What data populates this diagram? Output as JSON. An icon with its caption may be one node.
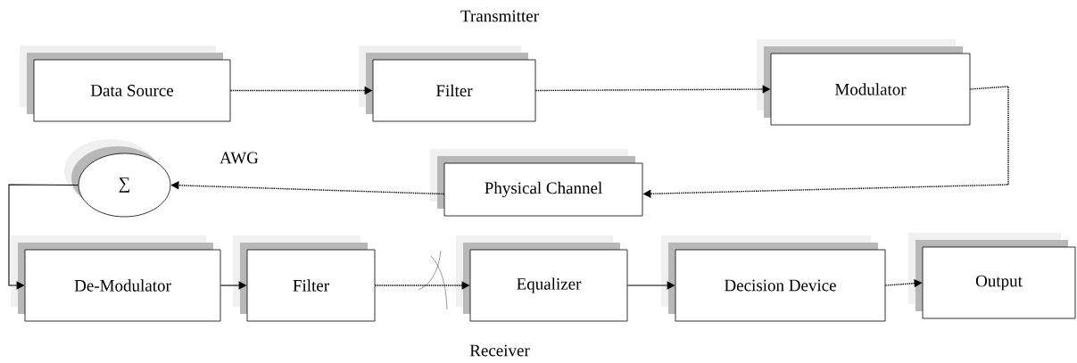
{
  "diagram": {
    "nodes": [
      {
        "text": [
          "Data Source"
        ]
      },
      {
        "text": [
          "Filter"
        ]
      },
      {
        "text": [
          "Modulator"
        ]
      },
      {
        "text": [
          "Physical Channel"
        ]
      },
      {
        "text": [
          "∑"
        ]
      },
      {
        "text": [
          "De-Modulator"
        ]
      },
      {
        "text": [
          "Filter"
        ]
      },
      {
        "text": [
          "Equalizer"
        ]
      },
      {
        "text": [
          "Decision Device"
        ]
      },
      {
        "text": [
          "Output"
        ]
      }
    ],
    "edges": [
      {
        "from": 0,
        "to": 1,
        "arrow": "to",
        "style": "dashed"
      },
      {
        "from": 1,
        "to": 2,
        "arrow": "to",
        "style": "dashed"
      },
      {
        "from": 2,
        "to": 3,
        "arrow": "to",
        "style": "dashed"
      },
      {
        "from": 3,
        "to": 4,
        "arrow": "to",
        "style": "dashed"
      },
      {
        "from": 4,
        "to": 5,
        "arrow": "to"
      },
      {
        "from": 5,
        "to": 6,
        "arrow": "to"
      },
      {
        "from": 6,
        "to": 7,
        "arrow": "to",
        "style": "dashed"
      },
      {
        "from": 7,
        "to": 8,
        "arrow": "to"
      },
      {
        "from": 8,
        "to": 9,
        "arrow": "to",
        "style": "dashed"
      }
    ],
    "labels": [
      "Transmitter",
      "AWG",
      "Receiver"
    ]
  }
}
